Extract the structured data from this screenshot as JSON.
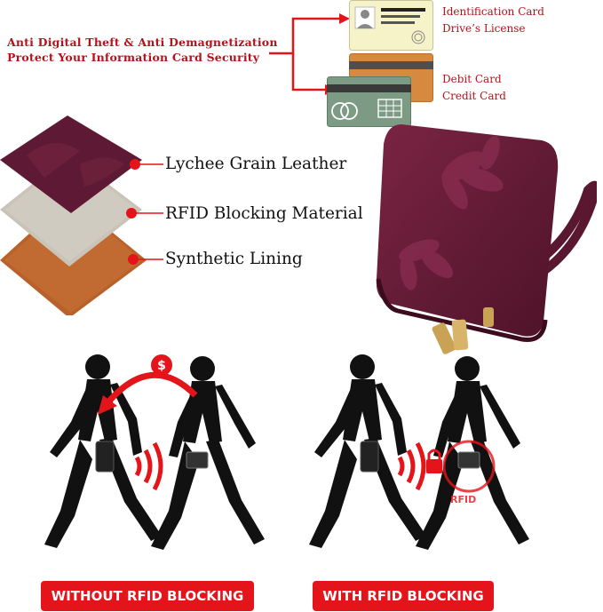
{
  "headline": {
    "line1": "Anti Digital Theft & Anti Demagnetization",
    "line2": "Protect Your Information Card Security"
  },
  "cards": [
    {
      "line1": "Identification Card",
      "line2": "Drive’s License"
    },
    {
      "line1": "Debit Card",
      "line2": "Credit Card"
    }
  ],
  "layers": [
    {
      "label": "Lychee Grain Leather"
    },
    {
      "label": "RFID Blocking Material"
    },
    {
      "label": "Synthetic Lining"
    }
  ],
  "scenes": {
    "without": {
      "badge": "WITHOUT RFID BLOCKING"
    },
    "with": {
      "badge": "WITH RFID BLOCKING",
      "shield_text": "RFID"
    }
  },
  "colors": {
    "accent_red": "#e3141a",
    "text_red": "#b5121b",
    "leather_purple": "#6b1e3a",
    "rfid_gray": "#c9c3b8",
    "lining_brown": "#b8612a"
  }
}
